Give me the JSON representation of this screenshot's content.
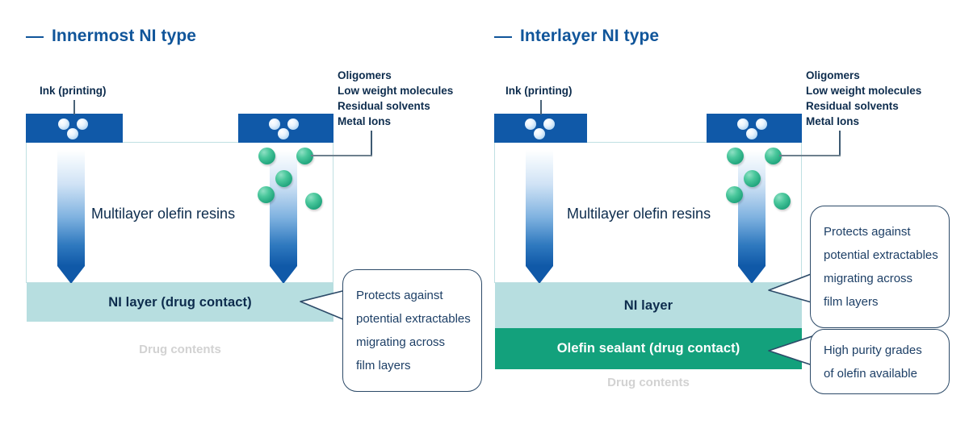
{
  "theme": {
    "brand_blue": "#10559a",
    "ink_blue": "#1059a8",
    "ni_teal": "#b7dee0",
    "sealant_green": "#13a17c",
    "particle_green": "#23a77f",
    "muted_grey": "#d2d2d2",
    "callout_border": "#2c4a68",
    "callout_text": "#1d3f66"
  },
  "panels": [
    {
      "id": "innermost",
      "title": "Innermost NI type",
      "ink_label": "Ink (printing)",
      "film_label": "Multilayer olefin resins",
      "migrant_label_lines": [
        "Oligomers",
        "Low weight molecules",
        "Residual solvents",
        "Metal Ions"
      ],
      "layers": [
        {
          "name": "ni-layer",
          "label": "NI layer (drug contact)",
          "color": "#b7dee0",
          "text_color": "#0d2c4d"
        }
      ],
      "drug_contents": "Drug contents",
      "callouts": [
        {
          "id": "protects-extractables",
          "lines": [
            "Protects against",
            "potential extractables",
            "migrating across",
            "film layers"
          ]
        }
      ]
    },
    {
      "id": "interlayer",
      "title": "Interlayer NI type",
      "ink_label": "Ink (printing)",
      "film_label": "Multilayer olefin resins",
      "migrant_label_lines": [
        "Oligomers",
        "Low weight molecules",
        "Residual solvents",
        "Metal Ions"
      ],
      "layers": [
        {
          "name": "ni-layer",
          "label": "NI layer",
          "color": "#b7dee0",
          "text_color": "#0d2c4d"
        },
        {
          "name": "olefin-sealant-layer",
          "label": "Olefin sealant (drug contact)",
          "color": "#13a17c",
          "text_color": "#ffffff"
        }
      ],
      "drug_contents": "Drug contents",
      "callouts": [
        {
          "id": "protects-extractables",
          "lines": [
            "Protects against",
            "potential extractables",
            "migrating across",
            "film layers"
          ]
        },
        {
          "id": "high-purity",
          "lines": [
            "High purity grades",
            "of olefin available"
          ]
        }
      ]
    }
  ]
}
